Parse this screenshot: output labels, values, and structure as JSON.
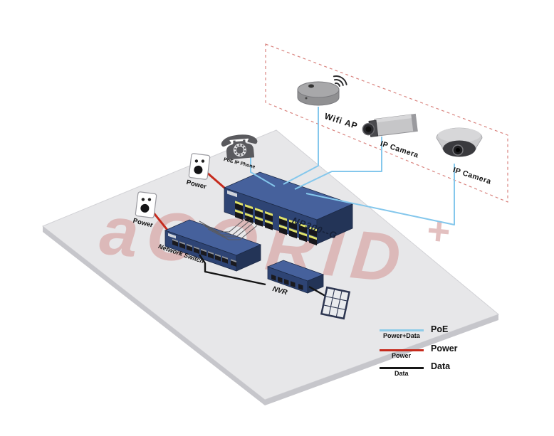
{
  "diagram": {
    "devices": {
      "wifi_ap": {
        "label": "Wifi AP"
      },
      "ip_camera_box": {
        "label": "IP Camera"
      },
      "ip_camera_dome": {
        "label": "IP Camera"
      },
      "poe_ip_phone": {
        "label": "PoE IP Phone"
      },
      "outlet_top": {
        "label": "Power"
      },
      "outlet_bottom": {
        "label": "Power"
      },
      "poe_switch": {
        "label": "NP300--G"
      },
      "network_switch": {
        "label": "Network Switch"
      },
      "nvr": {
        "label": "NVR"
      }
    },
    "watermark": {
      "text": "aCORID",
      "plus": "+"
    },
    "icons": {
      "phone": "☎"
    },
    "legend": {
      "items": [
        {
          "id": "poe",
          "label_below": "Power+Data",
          "label_right": "PoE",
          "color": "#8ecbe8"
        },
        {
          "id": "power",
          "label_below": "Power",
          "label_right": "Power",
          "color": "#c62a1c"
        },
        {
          "id": "data",
          "label_below": "Data",
          "label_right": "Data",
          "color": "#161616"
        }
      ]
    },
    "colors": {
      "poe_line": "#84c7ec",
      "power_line": "#c62a1c",
      "data_line": "#141414",
      "switch_top": "#46619c",
      "switch_front": "#2e4474",
      "switch_side": "#233457",
      "port_highlight": "#dfe26a",
      "dashed_region": "#d9837e",
      "floor": "#e7e7e9",
      "floor_edge": "#c6c6cb",
      "watermark": "#d8a6a6"
    }
  }
}
